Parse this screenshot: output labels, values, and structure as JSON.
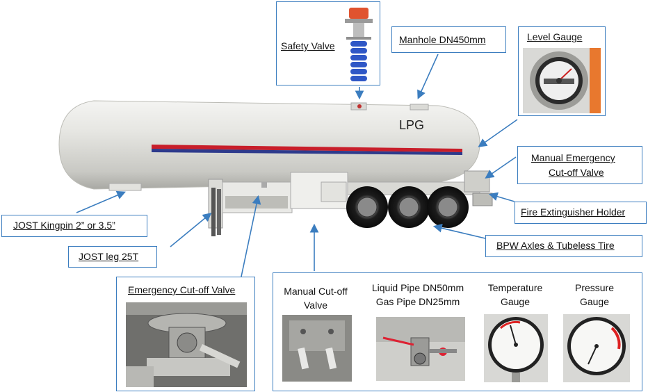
{
  "tank": {
    "text": "LPG"
  },
  "labels": {
    "safety_valve": "Safety Valve",
    "manhole": "Manhole DN450mm",
    "level_gauge": "Level Gauge",
    "manual_emergency_1": "Manual Emergency",
    "manual_emergency_2": "Cut-off Valve",
    "fire_extinguisher": "Fire Extinguisher Holder",
    "axles": "BPW Axles & Tubeless Tire",
    "kingpin": "JOST Kingpin 2” or 3.5”",
    "jost_leg": "JOST leg 25T",
    "emergency_cutoff": "Emergency Cut-off Valve"
  },
  "components": [
    {
      "title_1": "Manual Cut-off",
      "title_2": "Valve"
    },
    {
      "title_1": "Liquid Pipe DN50mm",
      "title_2": "Gas Pipe DN25mm"
    },
    {
      "title_1": "Temperature",
      "title_2": "Gauge"
    },
    {
      "title_1": "Pressure",
      "title_2": "Gauge"
    }
  ],
  "colors": {
    "accent": "#3b7dbf",
    "stripe_red": "#c81e2a",
    "stripe_blue": "#2d3a8c"
  }
}
